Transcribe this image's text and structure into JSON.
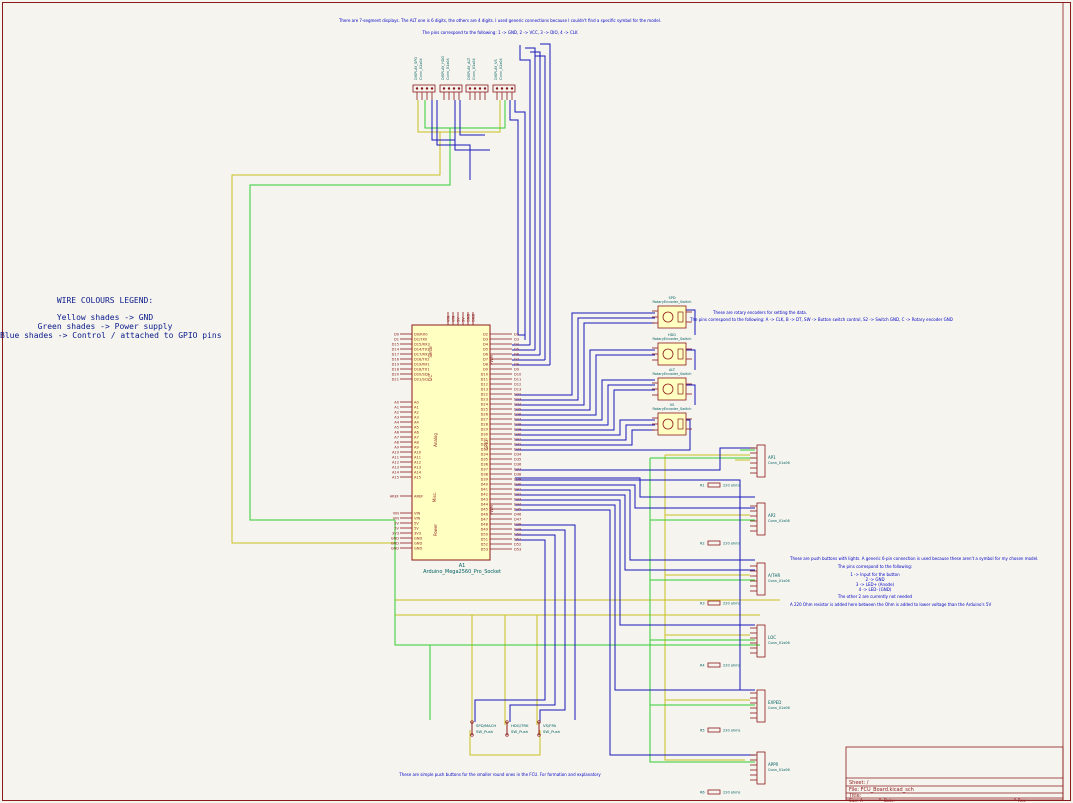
{
  "notes": {
    "top_line1": "There are 7-segment displays. The ALT one is 6 digits, the others are 4 digits. I used generic connections because I couldn't find a specific symbol for the model.",
    "top_line2": "The pins correspond to the following: 1 -> GND, 2 -> VCC, 3 -> DIO, 4 -> CLK",
    "encoder_line1": "These are rotary encoders for setting the data.",
    "encoder_line2": "The pins correspond to the following: A -> CLK, B -> DT, SW -> Button switch control, S2 -> Switch GND, C -> Rotary encoder GND",
    "buttons_line1": "These are push buttons with lights. A generic 6-pin connection is used because these aren't a symbol for my chosen model.",
    "buttons_line2": "The pins correspond to the following:",
    "buttons_line3": "1 -> Input for the button",
    "buttons_line4": "2 -> GND",
    "buttons_line5": "3 -> LED+ (Anode)",
    "buttons_line6": "4 -> LED- (GND)",
    "buttons_line7": "The other 2 are currently not needed",
    "buttons_line8": "A 220 Ohm resistor is added here between the Ohm is added to lower voltage than the Arduino's 5V",
    "bottom": "These are simple push buttons for the smaller round ones in the FCU. For formation and explanatory"
  },
  "legend": {
    "title": "WIRE COLOURS LEGEND:",
    "yellow": "Yellow shades -> GND",
    "green": "Green shades -> Power supply",
    "blue": "Blue shades -> Control / attached to GPIO pins"
  },
  "displays": [
    {
      "ref": "DISPLAY_SPD",
      "value": "Conn_01x04"
    },
    {
      "ref": "DISPLAY_HDG",
      "value": "Conn_01x04"
    },
    {
      "ref": "DISPLAY_ALT",
      "value": "Conn_01x04"
    },
    {
      "ref": "DISPLAY_VS",
      "value": "Conn_01x04"
    }
  ],
  "encoders": [
    {
      "ref": "SPD",
      "value": "RotaryEncoder_Switch"
    },
    {
      "ref": "HDG",
      "value": "RotaryEncoder_Switch"
    },
    {
      "ref": "ALT",
      "value": "RotaryEncoder_Switch"
    },
    {
      "ref": "VS",
      "value": "RotaryEncoder_Switch"
    }
  ],
  "buttons": [
    {
      "ref": "AP1",
      "value": "Conn_01x06",
      "res": "R1",
      "rval": "220 ohms"
    },
    {
      "ref": "AP2",
      "value": "Conn_01x06",
      "res": "R2",
      "rval": "220 ohms"
    },
    {
      "ref": "A/THR",
      "value": "Conn_01x06",
      "res": "R3",
      "rval": "220 ohms"
    },
    {
      "ref": "LOC",
      "value": "Conn_01x06",
      "res": "R4",
      "rval": "220 ohms"
    },
    {
      "ref": "EXPED",
      "value": "Conn_01x06",
      "res": "R5",
      "rval": "220 ohms"
    },
    {
      "ref": "APPR",
      "value": "Conn_01x06",
      "res": "R6",
      "rval": "220 ohms"
    }
  ],
  "pushbuttons": [
    {
      "ref": "SPD/MACH",
      "value": "SW_Push"
    },
    {
      "ref": "HDG/TRK",
      "value": "SW_Push"
    },
    {
      "ref": "VS/FPA",
      "value": "SW_Push"
    }
  ],
  "arduino": {
    "ref": "A1",
    "value": "Arduino_Mega2560_Pro_Socket",
    "groups": [
      "Serial",
      "I2C",
      "Analog",
      "Power",
      "PWM",
      "GPIO",
      "PWM",
      "Misc."
    ],
    "left_pins_top": [
      "D0/RX0",
      "D1/TX0",
      "D15/RX3",
      "D14/TX3",
      "D17/RX2",
      "D16/TX2",
      "D19/RX1",
      "D18/TX1",
      "D20/SDA",
      "D21/SCL"
    ],
    "left_pins_analog": [
      "A0",
      "A1",
      "A2",
      "A3",
      "A4",
      "A5",
      "A6",
      "A7",
      "A8",
      "A9",
      "A10",
      "A11",
      "A12",
      "A13",
      "A14",
      "A15"
    ],
    "left_pins_power": [
      "VIN",
      "VIN",
      "5V",
      "5V",
      "3V3",
      "GND",
      "GND",
      "GND"
    ],
    "right_pins": [
      "D2",
      "D3",
      "D4",
      "D5",
      "D6",
      "D7",
      "D8",
      "D9",
      "D10",
      "D11",
      "D12",
      "D13",
      "D22",
      "D23",
      "D24",
      "D25",
      "D26",
      "D27",
      "D28",
      "D29",
      "D30",
      "D31",
      "D32",
      "D33",
      "D34",
      "D35",
      "D36",
      "D37",
      "D38",
      "D39",
      "D40",
      "D41",
      "D42",
      "D43",
      "D44",
      "D45",
      "D46",
      "D47",
      "D48",
      "D49",
      "D50",
      "D51",
      "D52",
      "D53"
    ]
  },
  "title_block": {
    "sheet": "Sheet: /",
    "file": "File: FCU_Board.kicad_sch",
    "title": "Title:",
    "size": "Size: A",
    "date": "Date:",
    "rev": "Rev:"
  },
  "colors": {
    "background": "#f5f4ef",
    "border": "#8c1a1a",
    "wire_blue": "#1818b8",
    "wire_green": "#33cc33",
    "wire_yellow": "#c8c020",
    "component_body": "#ffffc2",
    "component_outline": "#8c1a1a",
    "pin_label": "#8c1a1a",
    "ref_text": "#006060",
    "note_text": "#0000c4"
  }
}
